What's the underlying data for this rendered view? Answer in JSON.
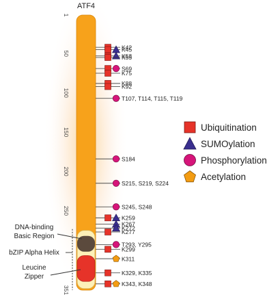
{
  "protein": "ATF4",
  "axis": {
    "min": 1,
    "max": 351,
    "ticks": [
      1,
      50,
      100,
      150,
      200,
      250,
      351
    ]
  },
  "domains": [
    {
      "name": "DNA-binding Basic Region",
      "start": 282,
      "end": 302,
      "color": "#5b4a3d"
    },
    {
      "name": "bZIP Alpha Helix",
      "start": 275,
      "end": 349,
      "color": "#fdf0b8"
    },
    {
      "name": "Leucine Zipper",
      "start": 307,
      "end": 340,
      "color": "#e63329"
    }
  ],
  "domain_labels": {
    "dna_binding_line1": "DNA-binding",
    "dna_binding_line2": "Basic Region",
    "bzip": "bZIP Alpha Helix",
    "leucine_line1": "Leucine",
    "leucine_line2": "Zipper"
  },
  "sites": [
    {
      "pos": 42,
      "label": "K42",
      "mods": [
        "ubiquitination"
      ]
    },
    {
      "pos": 45,
      "label": "K45",
      "mods": [
        "ubiquitination",
        "sumoylation"
      ]
    },
    {
      "pos": 53,
      "label": "K53",
      "mods": [
        "ubiquitination",
        "sumoylation"
      ]
    },
    {
      "pos": 55,
      "label": "K55",
      "mods": [
        "ubiquitination"
      ]
    },
    {
      "pos": 69,
      "label": "S69",
      "mods": [
        "ubiquitination",
        "phosphorylation"
      ]
    },
    {
      "pos": 75,
      "label": "K75",
      "mods": [
        "ubiquitination"
      ]
    },
    {
      "pos": 88,
      "label": "K88",
      "mods": [
        "ubiquitination"
      ]
    },
    {
      "pos": 92,
      "label": "K92",
      "mods": [
        "ubiquitination"
      ]
    },
    {
      "pos": 107,
      "label": "T107, T114, T115, T119",
      "mods": [
        "phosphorylation"
      ]
    },
    {
      "pos": 184,
      "label": "S184",
      "mods": [
        "phosphorylation"
      ]
    },
    {
      "pos": 215,
      "label": "S215, S219, S224",
      "mods": [
        "phosphorylation"
      ]
    },
    {
      "pos": 245,
      "label": "S245, S248",
      "mods": [
        "phosphorylation"
      ]
    },
    {
      "pos": 259,
      "label": "K259",
      "mods": [
        "ubiquitination",
        "sumoylation"
      ]
    },
    {
      "pos": 267,
      "label": "K267",
      "mods": [
        "sumoylation"
      ]
    },
    {
      "pos": 272,
      "label": "K272",
      "mods": [
        "sumoylation"
      ]
    },
    {
      "pos": 277,
      "label": "K277",
      "mods": [
        "ubiquitination"
      ]
    },
    {
      "pos": 293,
      "label": "T293, Y295",
      "mods": [
        "phosphorylation"
      ]
    },
    {
      "pos": 299,
      "label": "K299",
      "mods": [
        "ubiquitination"
      ]
    },
    {
      "pos": 311,
      "label": "K311",
      "mods": [
        "acetylation"
      ]
    },
    {
      "pos": 329,
      "label": "K329, K335",
      "mods": [
        "ubiquitination"
      ]
    },
    {
      "pos": 343,
      "label": "K343, K348",
      "mods": [
        "ubiquitination",
        "acetylation"
      ]
    }
  ],
  "legend": [
    {
      "key": "ubiquitination",
      "label": "Ubiquitination",
      "shape": "square",
      "color": "#e63329"
    },
    {
      "key": "sumoylation",
      "label": "SUMOylation",
      "shape": "triangle",
      "color": "#3a2f8f"
    },
    {
      "key": "phosphorylation",
      "label": "Phosphorylation",
      "shape": "circle",
      "color": "#d6157a"
    },
    {
      "key": "acetylation",
      "label": "Acetylation",
      "shape": "pentagon",
      "color": "#f39c12"
    }
  ],
  "bar_color": "#f7a21b"
}
